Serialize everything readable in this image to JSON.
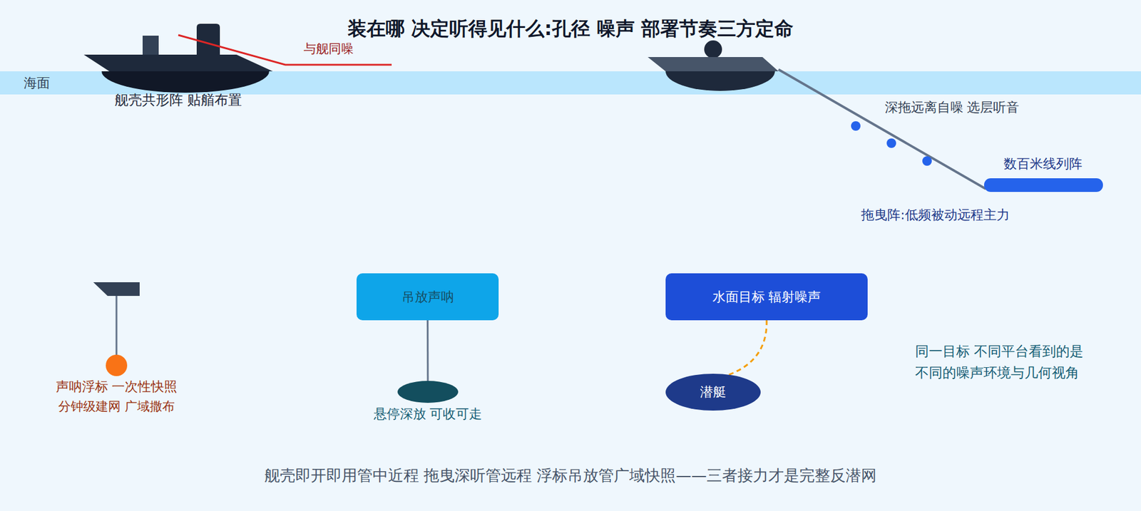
{
  "diagram": {
    "title": "装在哪 决定听得见什么:孔径 噪声 部署节奏三方定命",
    "caption": "舰壳即开即用管中近程 拖曳深听管远程 浮标吊放管广域快照——三者接力才是完整反潜网",
    "nodes": [
      {
        "text": [
          "海面"
        ]
      },
      {
        "text": [
          "吊放声呐"
        ]
      },
      {
        "text": [
          "悬停深放 可收可走"
        ]
      },
      {
        "text": [
          "水面目标 辐射噪声"
        ]
      },
      {
        "text": [
          "潜艇"
        ]
      }
    ],
    "edges": [
      {
        "from": 1,
        "to": 2,
        "arrow": "none"
      },
      {
        "from": 3,
        "to": 4,
        "arrow": "none"
      }
    ],
    "labels": [
      "与舰同噪",
      "舰壳共形阵 贴艏布置",
      "深拖远离自噪 选层听音",
      "数百米线列阵",
      "拖曳阵:低频被动远程主力",
      "声呐浮标 一次性快照",
      "分钟级建网 广域撒布",
      "同一目标 不同平台看到的是 不同的噪声环境与几何视角"
    ]
  }
}
